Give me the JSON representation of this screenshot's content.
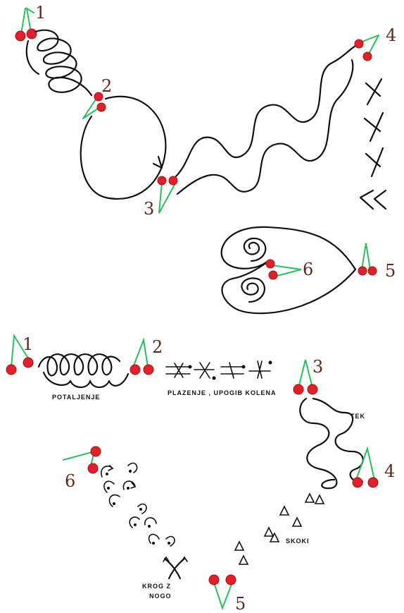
{
  "top_diagram": {
    "stations": [
      "1",
      "2",
      "3",
      "4",
      "5",
      "6"
    ]
  },
  "bottom_diagram": {
    "stations": [
      "1",
      "2",
      "3",
      "4",
      "5",
      "6"
    ],
    "labels": {
      "potaljenje": "POTALJENJE",
      "plazenje": "PLAZENJE , UPOGIB KOLENA",
      "tek": "TEK",
      "skoki": "SKOKI",
      "krog_line1": "KROG Z",
      "krog_line2": "NOGO"
    }
  },
  "colors": {
    "ink": "#111111",
    "cherry": "#e0202a",
    "stem": "#2bbf5a",
    "number": "#5a2a1e"
  },
  "icons": [
    "cherry-icon",
    "jump-footprint-icon",
    "foot-circle-icon",
    "leg-cross-icon"
  ]
}
